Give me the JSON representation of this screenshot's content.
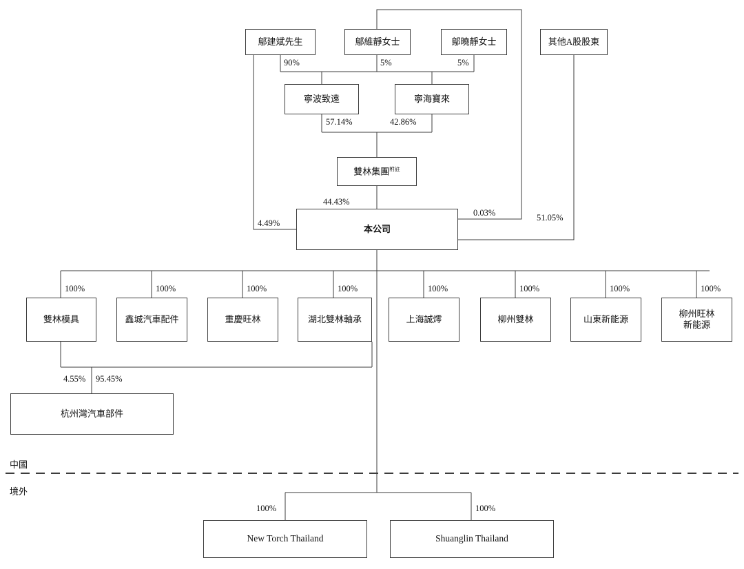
{
  "diagram": {
    "title": "Shareholding / corporate structure chart",
    "regions": [
      {
        "name": "china",
        "label": "中國"
      },
      {
        "name": "offshore",
        "label": "境外"
      }
    ],
    "nodes": [
      {
        "key": "wu_jianbin",
        "label": "鄔建斌先生",
        "script": "cjk"
      },
      {
        "key": "wu_weijing",
        "label": "鄔維靜女士",
        "script": "cjk"
      },
      {
        "key": "wu_xiaojing",
        "label": "鄔曉靜女士",
        "script": "cjk"
      },
      {
        "key": "other_a_holders",
        "label": "其他A股股東",
        "script": "cjk"
      },
      {
        "key": "ningbo_zhiyuan",
        "label": "寧波致遠",
        "script": "cjk"
      },
      {
        "key": "ninghai_baolai",
        "label": "寧海寶來",
        "script": "cjk"
      },
      {
        "key": "shuanglin_group",
        "label": "雙林集團",
        "sup": "附註",
        "script": "cjk"
      },
      {
        "key": "the_company",
        "label": "本公司",
        "script": "cjk"
      },
      {
        "key": "shuanglin_mould",
        "label": "雙林模具",
        "script": "cjk"
      },
      {
        "key": "xincheng_auto",
        "label": "鑫城汽車配件",
        "script": "cjk"
      },
      {
        "key": "chongqing_wanglin",
        "label": "重慶旺林",
        "script": "cjk"
      },
      {
        "key": "hubei_bearing",
        "label": "湖北雙林軸承",
        "script": "cjk"
      },
      {
        "key": "shanghai_chengye",
        "label": "上海誠燯",
        "script": "cjk"
      },
      {
        "key": "liuzhou_shuanglin",
        "label": "柳州雙林",
        "script": "cjk"
      },
      {
        "key": "shandong_energy",
        "label": "山東新能源",
        "script": "cjk"
      },
      {
        "key": "liuzhou_wanglin",
        "label": "柳州旺林",
        "label2": "新能源",
        "script": "cjk"
      },
      {
        "key": "hangzhouwan_auto",
        "label": "杭州灣汽車部件",
        "script": "cjk"
      },
      {
        "key": "new_torch_thailand",
        "label": "New Torch Thailand",
        "script": "latin"
      },
      {
        "key": "shuanglin_thailand",
        "label": "Shuanglin Thailand",
        "script": "latin"
      }
    ],
    "percentages": [
      {
        "key": "p_jianbin_zhiyuan",
        "value": "90%"
      },
      {
        "key": "p_weijing_zhiyuan",
        "value": "5%"
      },
      {
        "key": "p_xiaojing_baolai",
        "value": "5%"
      },
      {
        "key": "p_zhiyuan_group",
        "value": "57.14%"
      },
      {
        "key": "p_baolai_group",
        "value": "42.86%"
      },
      {
        "key": "p_group_company",
        "value": "44.43%"
      },
      {
        "key": "p_jianbin_company",
        "value": "4.49%"
      },
      {
        "key": "p_weijing_company",
        "value": "0.03%"
      },
      {
        "key": "p_othera_company",
        "value": "51.05%"
      },
      {
        "key": "p_sub1",
        "value": "100%"
      },
      {
        "key": "p_sub2",
        "value": "100%"
      },
      {
        "key": "p_sub3",
        "value": "100%"
      },
      {
        "key": "p_sub4",
        "value": "100%"
      },
      {
        "key": "p_sub5",
        "value": "100%"
      },
      {
        "key": "p_sub6",
        "value": "100%"
      },
      {
        "key": "p_sub7",
        "value": "100%"
      },
      {
        "key": "p_sub8",
        "value": "100%"
      },
      {
        "key": "p_mould_hangzhouwan",
        "value": "4.55%"
      },
      {
        "key": "p_bearing_hangzhouwan",
        "value": "95.45%"
      },
      {
        "key": "p_newtorch",
        "value": "100%"
      },
      {
        "key": "p_shuanglin_th",
        "value": "100%"
      }
    ],
    "colors": {
      "line": "#3c3c3c",
      "text": "#111111",
      "background": "#ffffff"
    }
  }
}
